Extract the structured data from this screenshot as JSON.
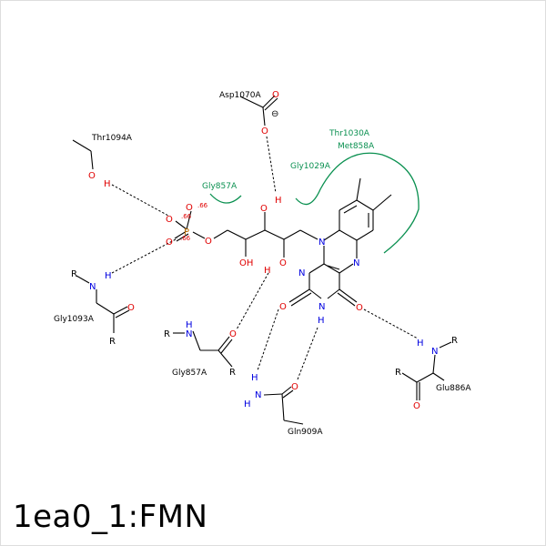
{
  "title": "1ea0_1:FMN",
  "residues": {
    "asp1070a": "Asp1070A",
    "thr1094a": "Thr1094A",
    "thr1030a": "Thr1030A",
    "met858a": "Met858A",
    "gly1029a": "Gly1029A",
    "gly857a_top": "Gly857A",
    "gly1093a": "Gly1093A",
    "gly857a_bottom": "Gly857A",
    "gln909a": "Gln909A",
    "glu886a": "Glu886A"
  },
  "atoms": {
    "O": "O",
    "N": "N",
    "H": "H",
    "P": "P",
    "R": "R",
    "OH": "OH"
  },
  "charges": {
    "minus": "⊖",
    "partial": ".66"
  },
  "colors": {
    "oxygen": "#e00000",
    "nitrogen": "#0000e0",
    "phosphorus": "#c07000",
    "hydrophobic": "#0a9050"
  }
}
